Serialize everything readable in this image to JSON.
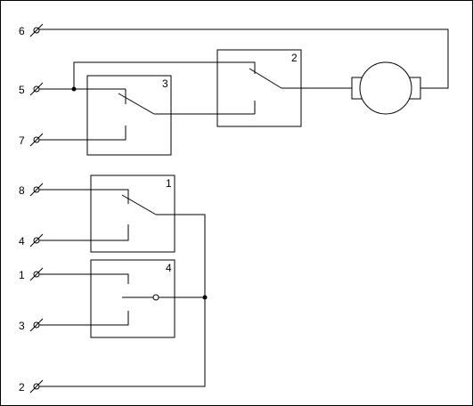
{
  "terminals": [
    {
      "id": "t6",
      "label": "6"
    },
    {
      "id": "t5",
      "label": "5"
    },
    {
      "id": "t7",
      "label": "7"
    },
    {
      "id": "t8",
      "label": "8"
    },
    {
      "id": "t4",
      "label": "4"
    },
    {
      "id": "t1",
      "label": "1"
    },
    {
      "id": "t3",
      "label": "3"
    },
    {
      "id": "t2",
      "label": "2"
    }
  ],
  "relays": {
    "r1": {
      "label": "1"
    },
    "r2": {
      "label": "2"
    },
    "r3": {
      "label": "3"
    },
    "r4": {
      "label": "4"
    }
  },
  "motor": {
    "icon": "motor-icon"
  }
}
